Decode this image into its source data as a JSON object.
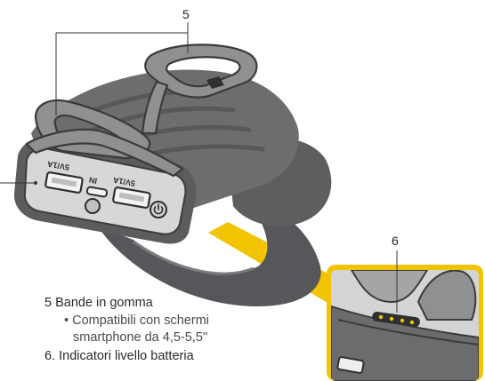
{
  "callouts": {
    "strap_number": "5",
    "indicator_number": "6"
  },
  "device_labels": {
    "port_out_left": "5V/1A",
    "port_in": "IN",
    "port_out_right": "5V/1A"
  },
  "legend": {
    "item5_title": "5 Bande in gomma",
    "item5_detail_line1": "• Compatibili con schermi",
    "item5_detail_line2": "smartphone da 4,5-5,5''",
    "item6_title": "6. Indicatori livello batteria"
  },
  "colors": {
    "accent_yellow": "#f2c400",
    "rubber_dark": "#4f5152",
    "rubber_mid": "#6a6c6d",
    "body_light": "#d9dadb",
    "panel_grey": "#c9cacb"
  },
  "icons": [
    "power-icon",
    "battery-led-indicator"
  ]
}
